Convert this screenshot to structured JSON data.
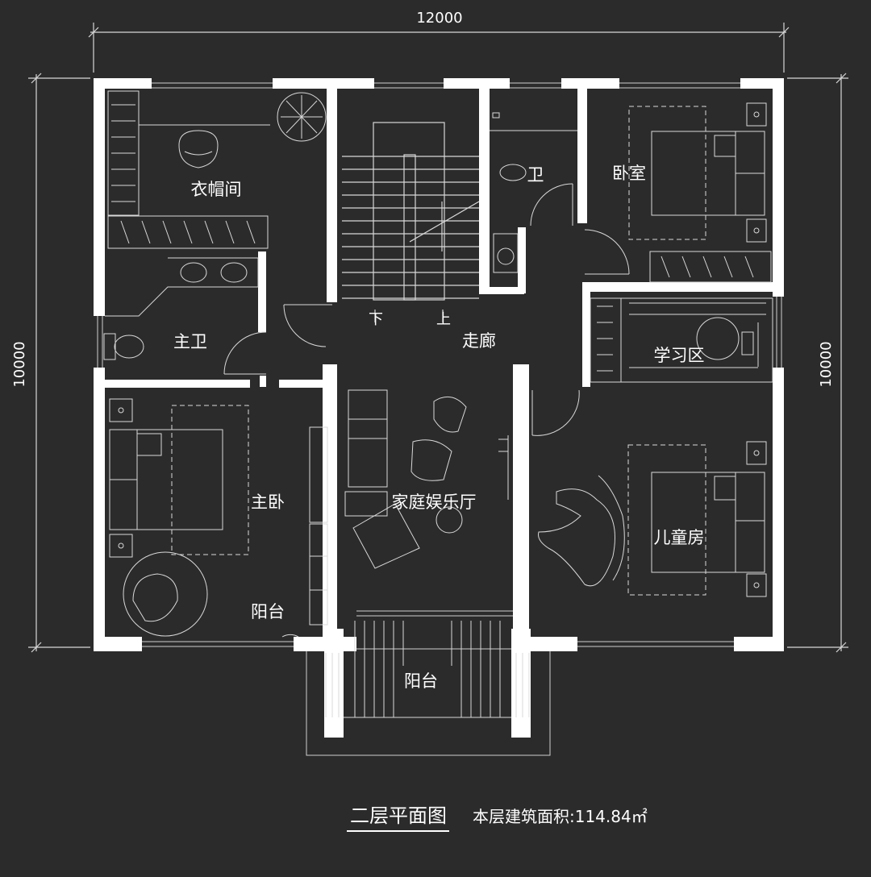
{
  "dimensions": {
    "width": "12000",
    "depth_left": "10000",
    "depth_right": "10000"
  },
  "rooms": {
    "closet": "衣帽间",
    "master_bath": "主卫",
    "master_bedroom": "主卧",
    "master_balcony": "阳台",
    "corridor": "走廊",
    "family_room": "家庭娱乐厅",
    "bathroom": "卫",
    "bedroom": "卧室",
    "study": "学习区",
    "kids_room": "儿童房",
    "front_balcony": "阳台"
  },
  "stairs": {
    "down": "下",
    "up": "上"
  },
  "caption": {
    "title": "二层平面图",
    "area_label": "本层建筑面积:114.84㎡"
  },
  "colors": {
    "background": "#2b2b2b",
    "wall": "#ffffff",
    "line": "#d0d0d0",
    "text": "#ffffff"
  }
}
